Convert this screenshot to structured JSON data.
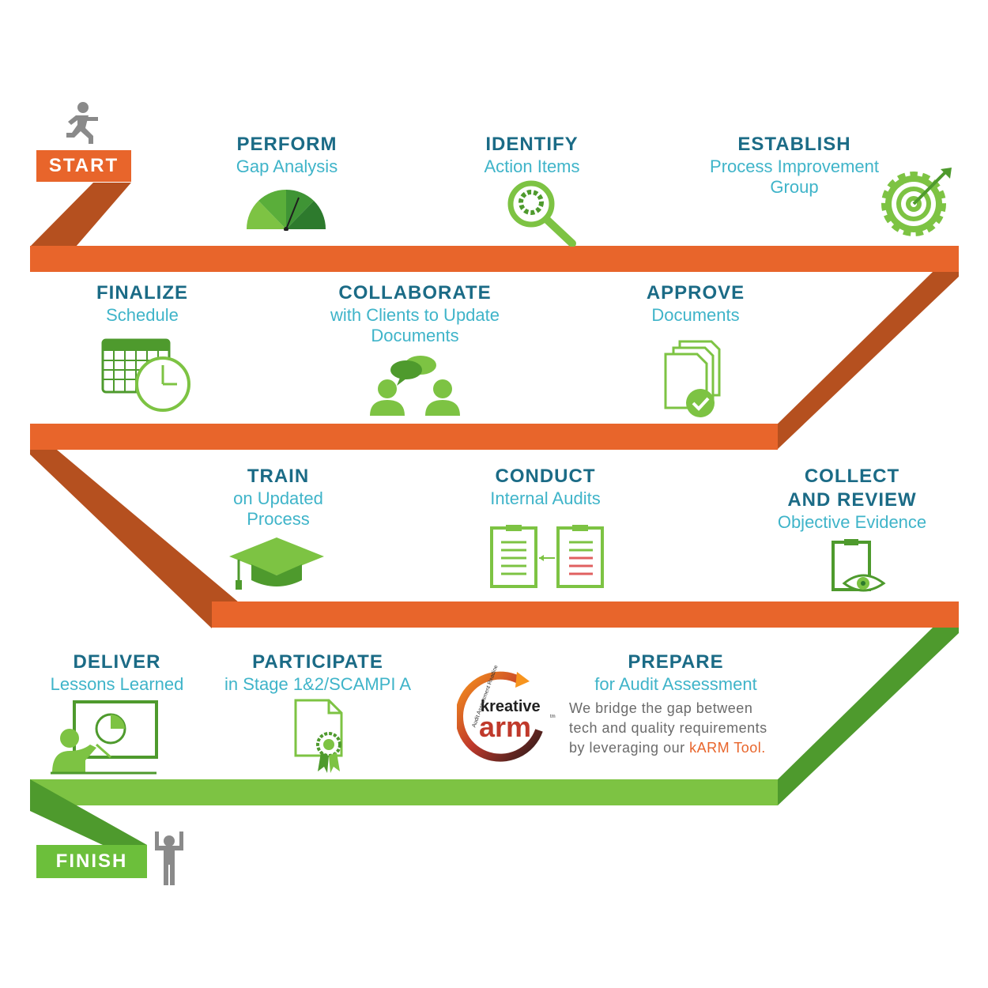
{
  "start_label": "START",
  "finish_label": "FINISH",
  "colors": {
    "orange": "#e8652b",
    "orange_dark": "#b5501f",
    "green": "#7dc343",
    "green_dark": "#4e9a2d",
    "title_blue": "#1b6b86",
    "sub_blue": "#3fb4c9",
    "gray": "#8a8a8a"
  },
  "steps": {
    "perform": {
      "title": "PERFORM",
      "sub": "Gap Analysis"
    },
    "identify": {
      "title": "IDENTIFY",
      "sub": "Action Items"
    },
    "establish": {
      "title": "ESTABLISH",
      "sub": "Process Improvement\nGroup"
    },
    "finalize": {
      "title": "FINALIZE",
      "sub": "Schedule"
    },
    "collaborate": {
      "title": "COLLABORATE",
      "sub": "with Clients to Update\nDocuments"
    },
    "approve": {
      "title": "APPROVE",
      "sub": "Documents"
    },
    "train": {
      "title": "TRAIN",
      "sub": "on Updated\nProcess"
    },
    "conduct": {
      "title": "CONDUCT",
      "sub": "Internal Audits"
    },
    "collect": {
      "title": "COLLECT\nAND REVIEW",
      "sub": "Objective Evidence"
    },
    "deliver": {
      "title": "DELIVER",
      "sub": "Lessons Learned"
    },
    "participate": {
      "title": "PARTICIPATE",
      "sub": "in Stage 1&2/SCAMPI A"
    },
    "prepare": {
      "title": "PREPARE",
      "sub": "for Audit Assessment"
    }
  },
  "karm": {
    "logo_top": "kreative",
    "logo_main": "arm",
    "logo_arc": "Audit Assessment Readiness Manager",
    "logo_tm": "tm",
    "desc_line1": "We bridge the gap between",
    "desc_line2": "tech and quality requirements",
    "desc_line3_prefix": "by leveraging our ",
    "desc_tool": "kARM Tool."
  },
  "icons": {
    "start_figure": "running-person-icon",
    "finish_figure": "celebrating-person-icon",
    "perform": "gauge-icon",
    "identify": "magnifier-gear-icon",
    "establish": "gear-target-icon",
    "finalize": "calendar-clock-icon",
    "collaborate": "people-chat-icon",
    "approve": "documents-check-icon",
    "train": "graduation-cap-icon",
    "conduct": "clipboards-icon",
    "collect": "clipboard-eye-icon",
    "deliver": "presentation-icon",
    "participate": "certificate-icon"
  }
}
